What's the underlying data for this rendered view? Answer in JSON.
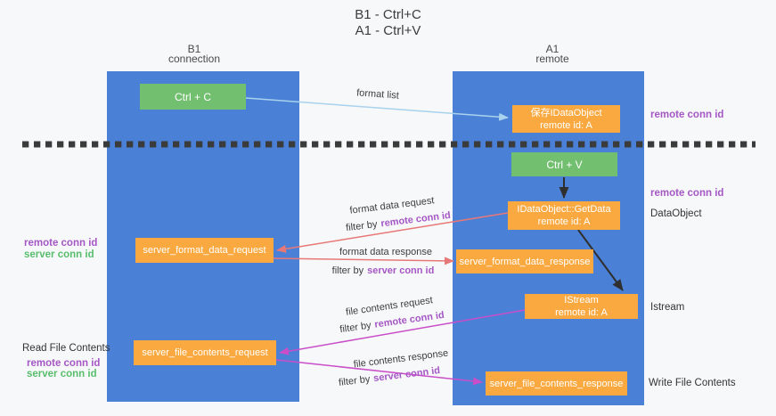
{
  "title": {
    "line1": "B1 - Ctrl+C",
    "line2": "A1 - Ctrl+V"
  },
  "columns": {
    "left": {
      "name": "B1",
      "sub": "connection"
    },
    "right": {
      "name": "A1",
      "sub": "remote"
    }
  },
  "nodes": {
    "ctrl_c": {
      "label": "Ctrl + C"
    },
    "save_idataobject": {
      "line1": "保存IDataObject",
      "line2": "remote id: A"
    },
    "ctrl_v": {
      "label": "Ctrl + V"
    },
    "getdata": {
      "line1": "IDataObject::GetData",
      "line2": "remote id: A"
    },
    "format_request": {
      "label": "server_format_data_request"
    },
    "format_response": {
      "label": "server_format_data_response"
    },
    "istream": {
      "line1": "IStream",
      "line2": "remote id: A"
    },
    "file_request": {
      "label": "server_file_contents_request"
    },
    "file_response": {
      "label": "server_file_contents_response"
    }
  },
  "edge_labels": {
    "format_list": "format list",
    "format_data_request": "format data request",
    "filter_remote_1": {
      "prefix": "filter by",
      "key": "remote conn id"
    },
    "format_data_response": "format data response",
    "filter_server_1": {
      "prefix": "filter by",
      "key": "server conn id"
    },
    "file_contents_request": "file contents request",
    "filter_remote_2": {
      "prefix": "filter by",
      "key": "remote conn id"
    },
    "file_contents_response": "file contents response",
    "filter_server_2": {
      "prefix": "filter by",
      "key": "server conn id"
    }
  },
  "side_labels": {
    "left_remote_conn_1": "remote conn id",
    "left_server_conn_1": "server conn id",
    "read_file_contents": "Read File Contents",
    "left_remote_conn_2": "remote conn id",
    "left_server_conn_2": "server conn id",
    "right_remote_conn_1": "remote conn id",
    "right_remote_conn_2": "remote conn id",
    "dataobject": "DataObject",
    "istream": "Istream",
    "write_file_contents": "Write File Contents"
  },
  "colors": {
    "column_blue": "#4a80d5",
    "box_green": "#72bf70",
    "box_orange": "#f9a940",
    "text_purple": "#a557c5",
    "text_green": "#58bd6c",
    "arrow_light_blue": "#a9d2ee",
    "arrow_red": "#e87878",
    "arrow_magenta": "#c94ec9",
    "arrow_black": "#2f2f2f",
    "dash_line": "#3b3b3b"
  }
}
